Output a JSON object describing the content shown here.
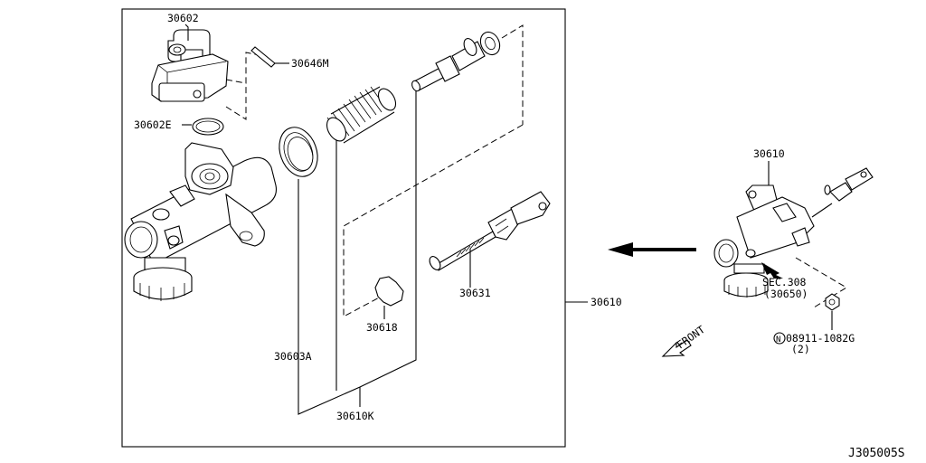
{
  "labels": {
    "p30602": "30602",
    "p30646m": "30646M",
    "p30602e": "30602E",
    "p30603a": "30603A",
    "p30618": "30618",
    "p30631": "30631",
    "p30610k": "30610K",
    "p30610_box": "30610",
    "p30610_assy": "30610",
    "sec": "SEC.308",
    "sec_ref": "(30650)",
    "nut_part": "08911-1082G",
    "nut_qty": "(2)",
    "front": "FRONT",
    "code": "J305005S"
  }
}
